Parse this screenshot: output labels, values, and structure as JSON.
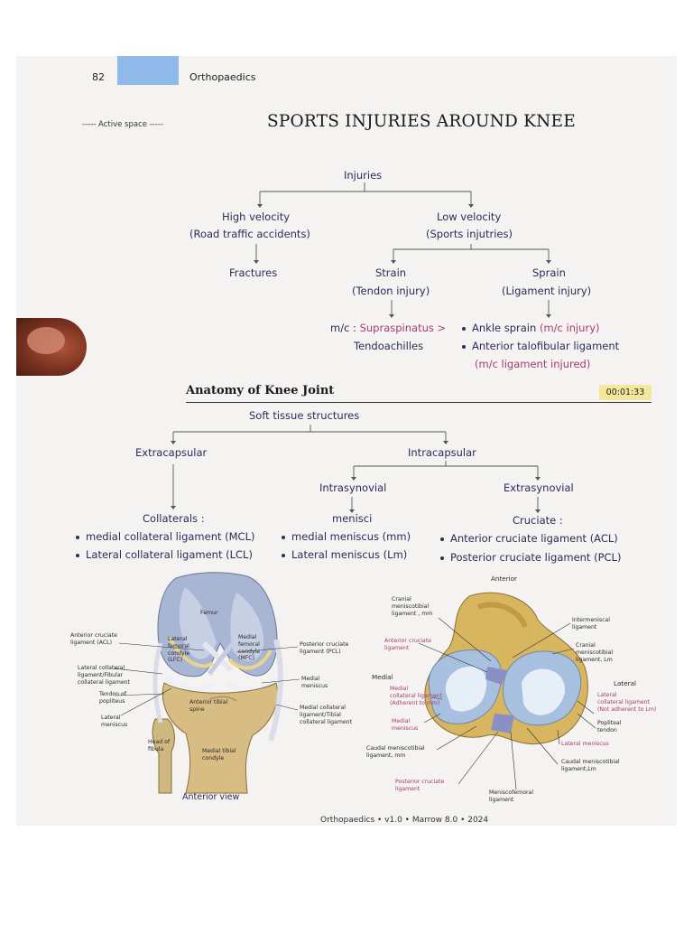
{
  "header": {
    "page_number": "82",
    "section": "Orthopaedics",
    "active_space": "----- Active space -----",
    "title": "SPORTS INJURIES AROUND KNEE"
  },
  "injuries_tree": {
    "root": "Injuries",
    "high": "High velocity",
    "high_sub": "(Road traffic accidents)",
    "fractures": "Fractures",
    "low": "Low velocity",
    "low_sub": "(Sports injutries)",
    "strain": "Strain",
    "strain_sub": "(Tendon injury)",
    "sprain": "Sprain",
    "sprain_sub": "(Ligament injury)",
    "strain_mc_prefix": "m/c : ",
    "strain_mc_value": "Supraspinatus >",
    "strain_mc_line2": "Tendoachilles",
    "sprain_b1_a": "Ankle sprain ",
    "sprain_b1_b": "(m/c injury)",
    "sprain_b2": "Anterior talofibular ligament",
    "sprain_b2_sub": "(m/c ligament injured)"
  },
  "anatomy": {
    "heading": "Anatomy of Knee Joint",
    "timer": "00:01:33",
    "root": "Soft tissue structures",
    "extra": "Extracapsular",
    "intra": "Intracapsular",
    "intrasyn": "Intrasynovial",
    "extrasyn": "Extrasynovial",
    "collaterals": "Collaterals :",
    "coll_1": "medial collateral ligament (MCL)",
    "coll_2": "Lateral collateral ligament (LCL)",
    "menisci": "menisci",
    "men_1": "medial meniscus (mm)",
    "men_2": "Lateral meniscus (Lm)",
    "cruciate": "Cruciate :",
    "cru_1": "Anterior cruciate ligament (ACL)",
    "cru_2": "Posterior cruciate ligament (PCL)"
  },
  "figure_left": {
    "caption": "Anterior view",
    "femur": "Femur",
    "lfc": "Lateral\nfemoral\ncondyle\n(LFC)",
    "mfc": "Medial\nfemoral\ncondyle\n(MFC)",
    "acl": "Anterior cruciate\nligament (ACL)",
    "lcl": "Lateral collateral\nligament/Fibular\ncollateral ligament",
    "popliteus": "Tendon of\npopliteus",
    "lat_men": "Lateral\nmeniscus",
    "pcl": "Posterior cruciate\nligament (PCL)",
    "med_men": "Medial\nmeniscus",
    "mcl": "Medial collateral\nligament/Tibial\ncollateral ligament",
    "ant_spine": "Anterior tibial\nspine",
    "fibula": "Head of\nfibula",
    "med_tib": "Medial tibial\ncondyle"
  },
  "figure_right": {
    "anterior": "Anterior",
    "cranial_mm": "Cranial\nmeniscotibial\nligament , mm",
    "acl": "Anterior cruciate\nligament",
    "medial": "Medial",
    "medial_lig": "Medial\ncollateral ligament\n(Adherent to mm)",
    "medial_men": "Medial\nmeniscus",
    "caudal_mm": "Caudal meniscotibial\nligament, mm",
    "pcl": "Posterior cruciate\nligament",
    "menfem": "Meniscofemoral\nligament",
    "intermen": "Intermeniscal\nligament",
    "cranial_lm": "Cranial\nmeniscotibial\nligament, Lm",
    "lateral": "Lateral",
    "lat_coll": "Lateral\ncollateral ligament\n(Not adherent to Lm)",
    "popliteal": "Popliteal\ntendon",
    "lat_men": "Lateral meniscus",
    "caudal_lm": "Caudal meniscotibial\nligament,Lm"
  },
  "footer": "Orthopaedics • v1.0 • Marrow 8.0 • 2024",
  "colors": {
    "tab": "#8fb9e8",
    "ink": "#2a2c5a",
    "pink_ink": "#a83a6e",
    "timer_bg": "#f2e79a"
  }
}
